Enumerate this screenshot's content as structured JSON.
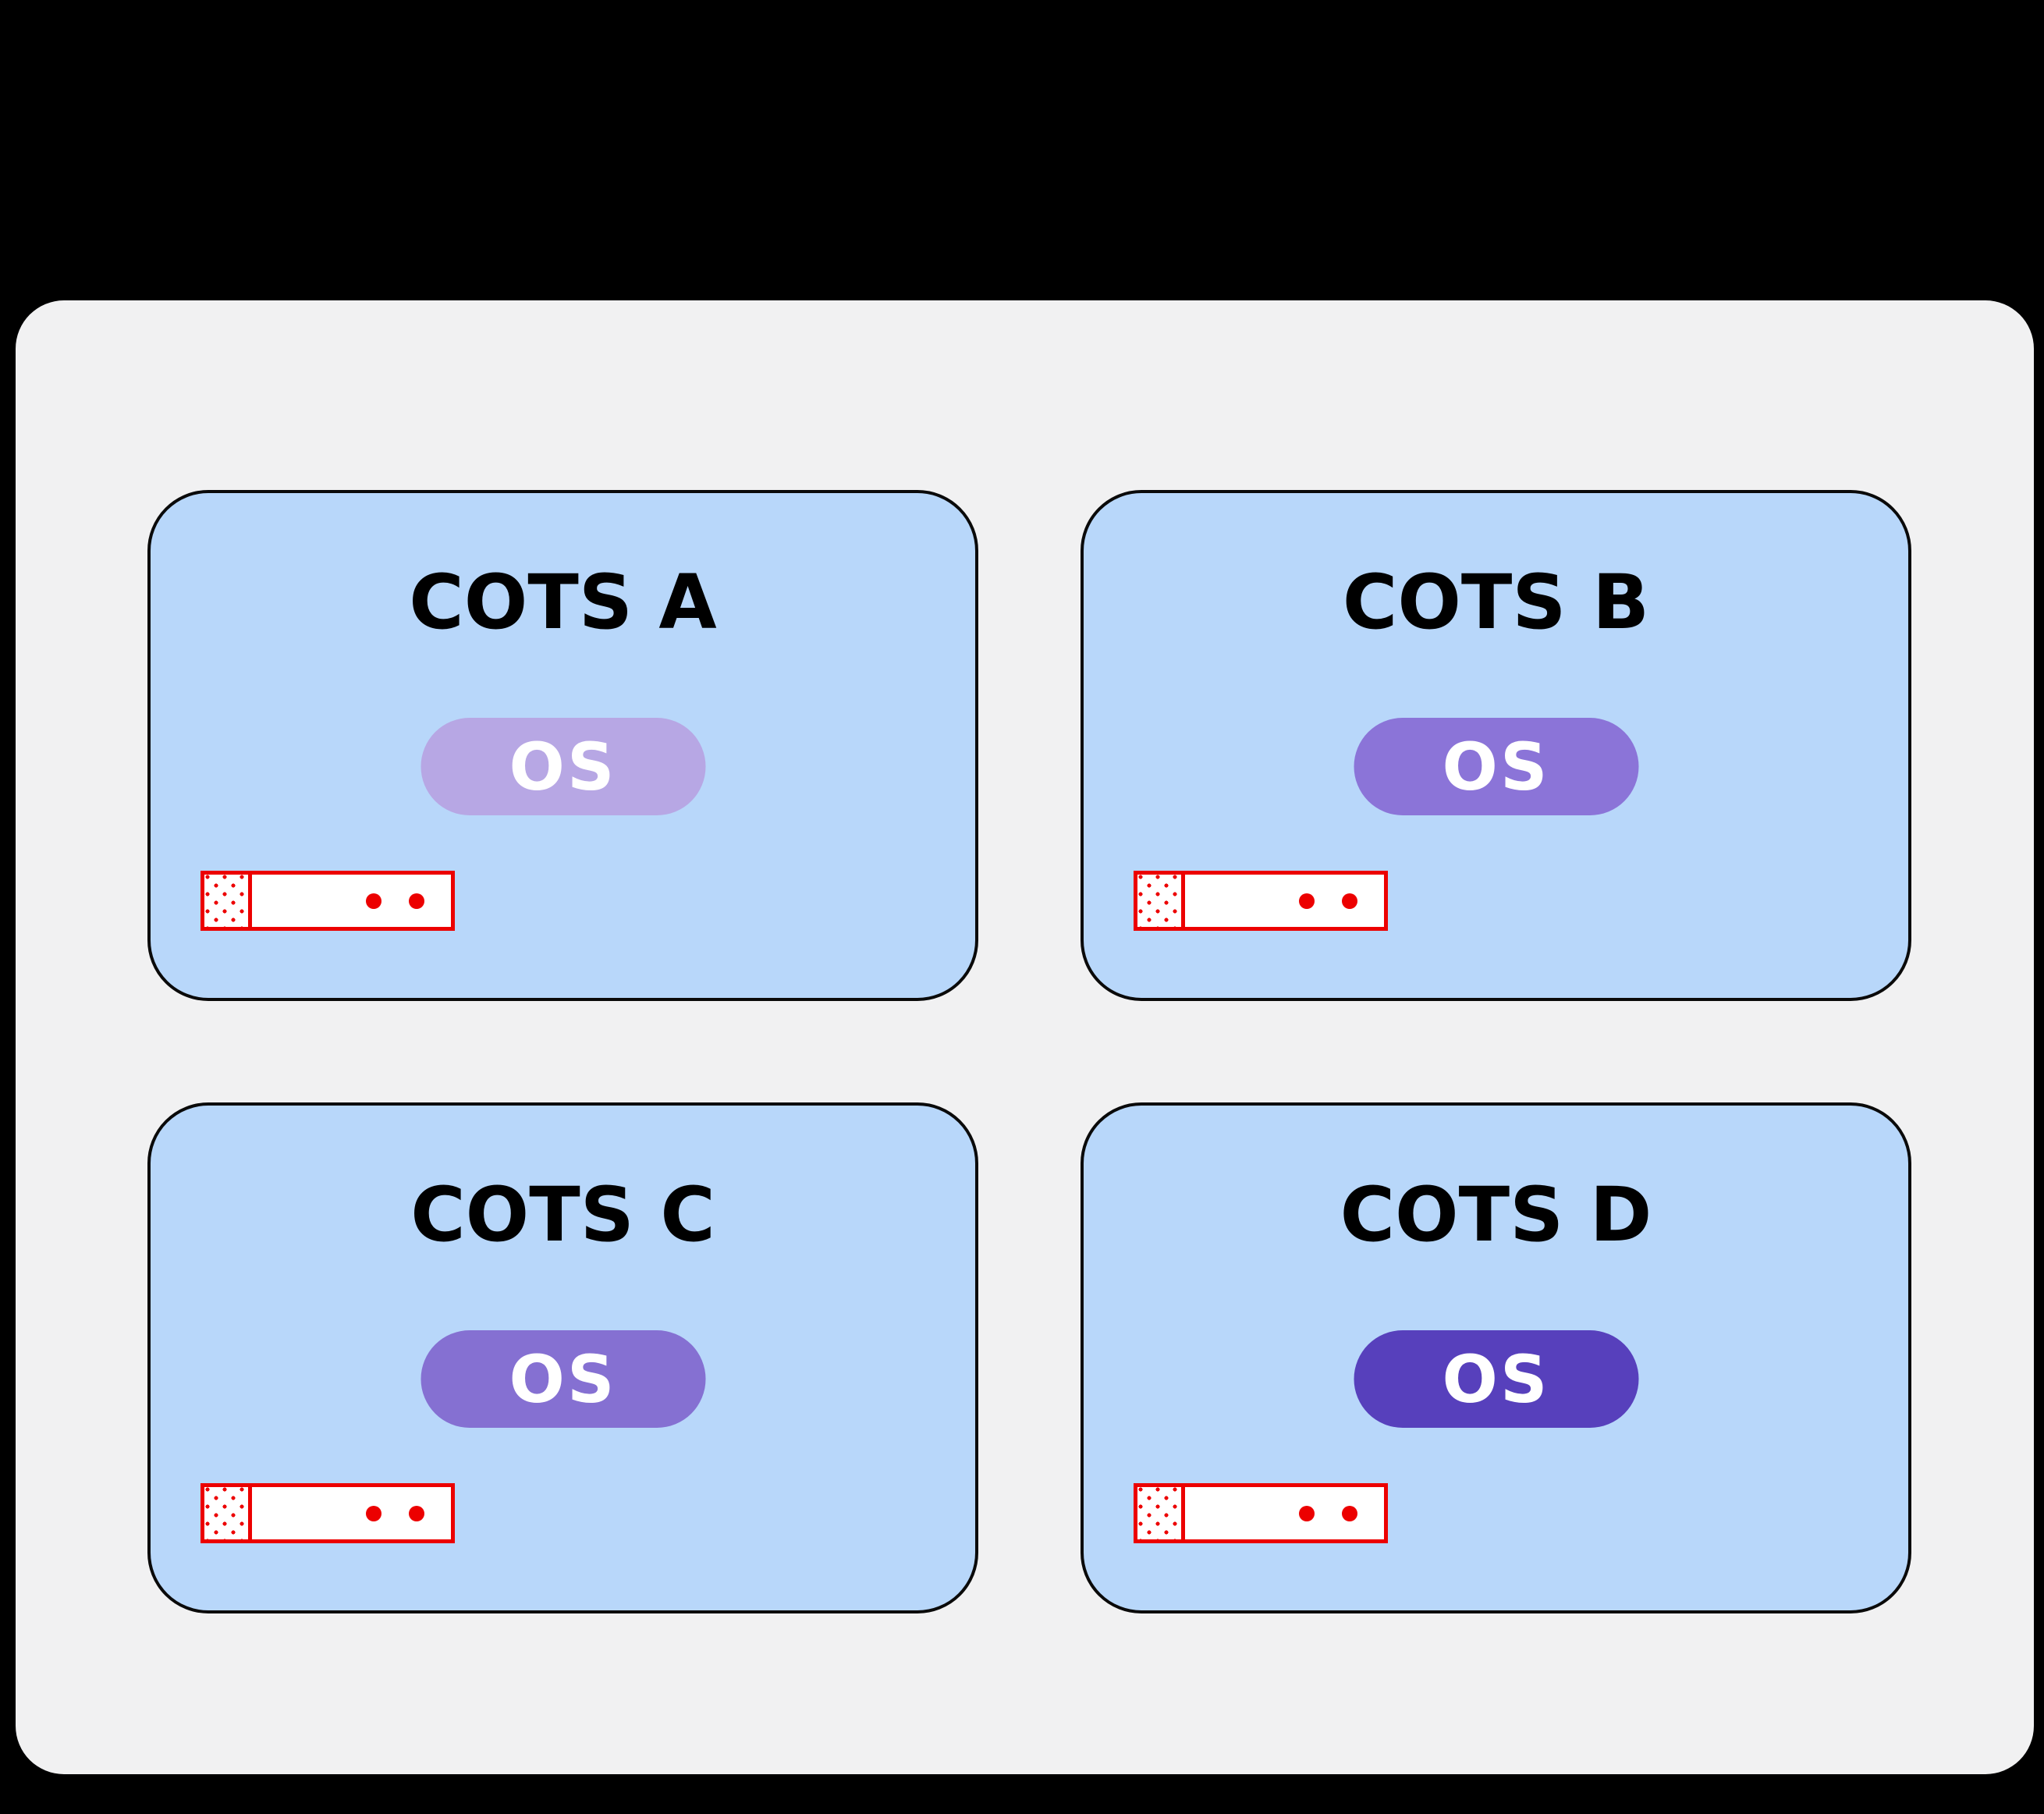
{
  "palette": {
    "background": "#000000",
    "panel": "#f1f1f2",
    "box_fill": "#b8d7fa",
    "box_border": "#0a0a0a",
    "red": "#ec0000",
    "os_text": "#ffffff"
  },
  "systems": [
    {
      "title": "COTS A",
      "os_label": "OS",
      "os_color": "#b7a7e4"
    },
    {
      "title": "COTS B",
      "os_label": "OS",
      "os_color": "#8b74d8"
    },
    {
      "title": "COTS C",
      "os_label": "OS",
      "os_color": "#8570d2"
    },
    {
      "title": "COTS D",
      "os_label": "OS",
      "os_color": "#5740bc"
    }
  ]
}
